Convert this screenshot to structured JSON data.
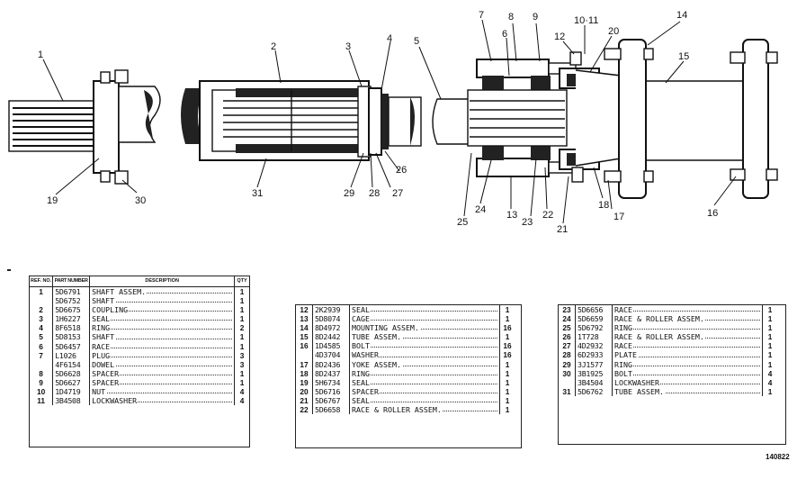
{
  "callouts": [
    "1",
    "2",
    "3",
    "4",
    "5",
    "6",
    "7",
    "8",
    "9",
    "10·11",
    "12",
    "14",
    "15",
    "16",
    "17",
    "18",
    "19",
    "20",
    "21",
    "22",
    "23",
    "24",
    "25",
    "26",
    "27",
    "28",
    "29",
    "30",
    "31",
    "13"
  ],
  "table_headers": {
    "ref": "REF. NO.",
    "part": "PART NUMBER",
    "desc": "DESCRIPTION",
    "qty": "QTY"
  },
  "table1": [
    {
      "ref": "1",
      "pn": "5D6791",
      "desc": "SHAFT ASSEM.",
      "qty": "1"
    },
    {
      "ref": "",
      "pn": "5D6752",
      "desc": "SHAFT",
      "qty": "1"
    },
    {
      "ref": "2",
      "pn": "5D6675",
      "desc": "COUPLING",
      "qty": "1"
    },
    {
      "ref": "3",
      "pn": "1H6227",
      "desc": "SEAL",
      "qty": "1"
    },
    {
      "ref": "4",
      "pn": "8F6518",
      "desc": "RING",
      "qty": "2"
    },
    {
      "ref": "5",
      "pn": "5D8153",
      "desc": "SHAFT",
      "qty": "1"
    },
    {
      "ref": "6",
      "pn": "5D6457",
      "desc": "RACE",
      "qty": "1"
    },
    {
      "ref": "7",
      "pn": "L1026",
      "desc": "PLUG",
      "qty": "3"
    },
    {
      "ref": "",
      "pn": "4F6154",
      "desc": "DOWEL",
      "qty": "3"
    },
    {
      "ref": "8",
      "pn": "5D6628",
      "desc": "SPACER",
      "qty": "1"
    },
    {
      "ref": "9",
      "pn": "5D6627",
      "desc": "SPACER",
      "qty": "1"
    },
    {
      "ref": "10",
      "pn": "1D4719",
      "desc": "NUT",
      "qty": "4"
    },
    {
      "ref": "11",
      "pn": "3B4508",
      "desc": "LOCKWASHER",
      "qty": "4"
    }
  ],
  "table2": [
    {
      "ref": "12",
      "pn": "2K2939",
      "desc": "SEAL",
      "qty": "1"
    },
    {
      "ref": "13",
      "pn": "5D8074",
      "desc": "CAGE",
      "qty": "1"
    },
    {
      "ref": "14",
      "pn": "8D4972",
      "desc": "MOUNTING ASSEM.",
      "qty": "16"
    },
    {
      "ref": "15",
      "pn": "8D2442",
      "desc": "TUBE ASSEM.",
      "qty": "1"
    },
    {
      "ref": "16",
      "pn": "1D4585",
      "desc": "BOLT",
      "qty": "16"
    },
    {
      "ref": "",
      "pn": "4D3704",
      "desc": "WASHER",
      "qty": "16"
    },
    {
      "ref": "17",
      "pn": "8D2436",
      "desc": "YOKE ASSEM.",
      "qty": "1"
    },
    {
      "ref": "18",
      "pn": "8D2437",
      "desc": "RING",
      "qty": "1"
    },
    {
      "ref": "19",
      "pn": "5H6734",
      "desc": "SEAL",
      "qty": "1"
    },
    {
      "ref": "20",
      "pn": "5D6716",
      "desc": "SPACER",
      "qty": "1"
    },
    {
      "ref": "21",
      "pn": "5D6767",
      "desc": "SEAL",
      "qty": "1"
    },
    {
      "ref": "22",
      "pn": "5D6658",
      "desc": "RACE & ROLLER ASSEM.",
      "qty": "1"
    }
  ],
  "table3": [
    {
      "ref": "23",
      "pn": "5D6656",
      "desc": "RACE",
      "qty": "1"
    },
    {
      "ref": "24",
      "pn": "5D6659",
      "desc": "RACE & ROLLER ASSEM.",
      "qty": "1"
    },
    {
      "ref": "25",
      "pn": "5D6792",
      "desc": "RING",
      "qty": "1"
    },
    {
      "ref": "26",
      "pn": "1T728",
      "desc": "RACE & ROLLER ASSEM.",
      "qty": "1"
    },
    {
      "ref": "27",
      "pn": "4D2932",
      "desc": "RACE",
      "qty": "1"
    },
    {
      "ref": "28",
      "pn": "6D2933",
      "desc": "PLATE",
      "qty": "1"
    },
    {
      "ref": "29",
      "pn": "3J1577",
      "desc": "RING",
      "qty": "1"
    },
    {
      "ref": "30",
      "pn": "3B1925",
      "desc": "BOLT",
      "qty": "4"
    },
    {
      "ref": "",
      "pn": "3B4504",
      "desc": "LOCKWASHER",
      "qty": "4"
    },
    {
      "ref": "31",
      "pn": "5D6762",
      "desc": "TUBE ASSEM.",
      "qty": "1"
    }
  ],
  "figure_code": "140822"
}
